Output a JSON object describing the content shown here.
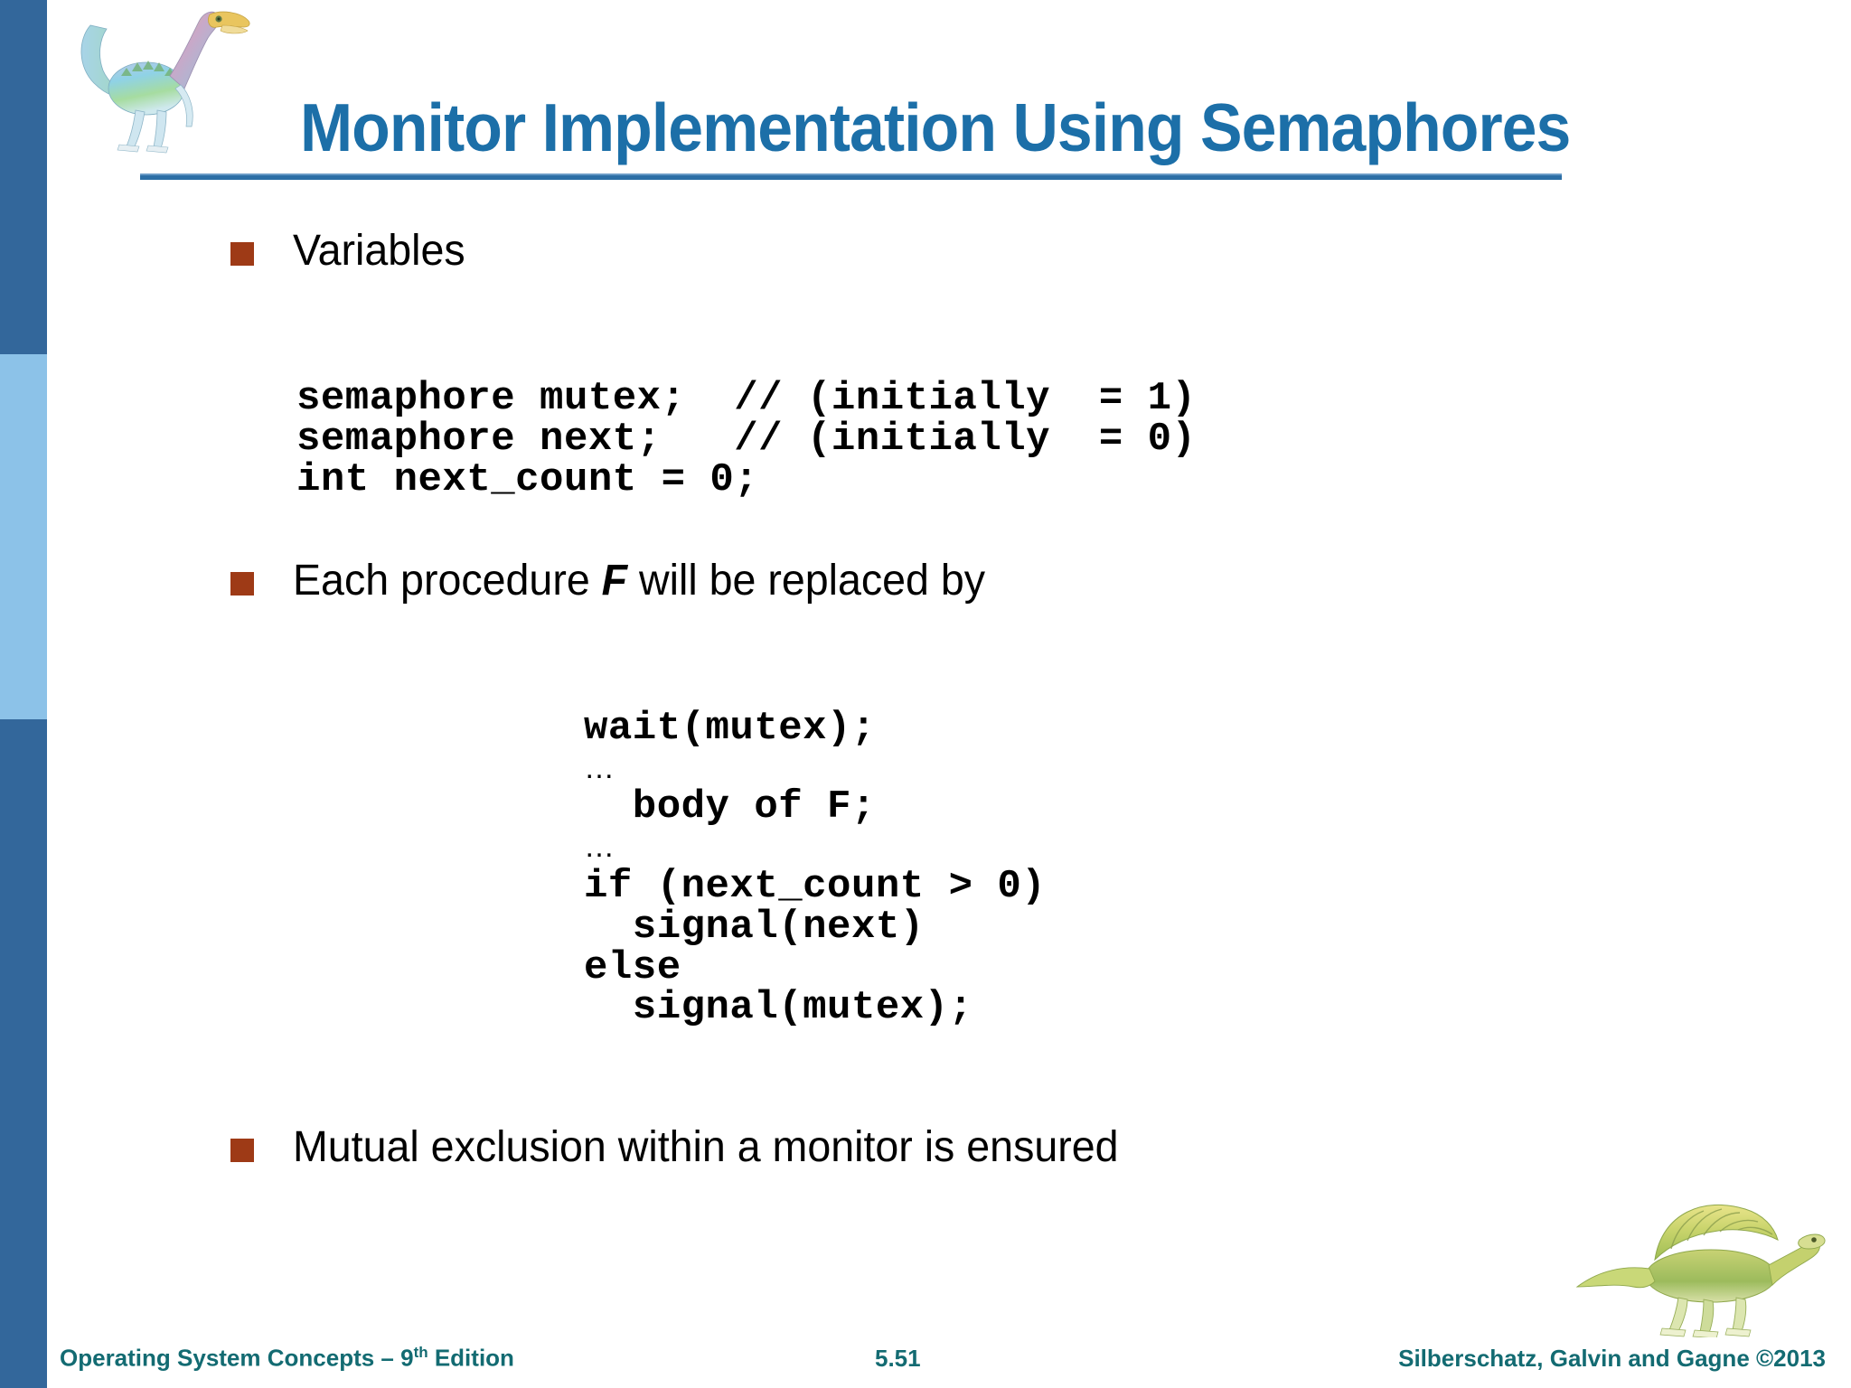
{
  "slide": {
    "title": "Monitor Implementation Using Semaphores",
    "accent_color": "#1C6FA8",
    "rule_color": "#2C6FA6",
    "bullet_color": "#9E3A16",
    "rail_dark_color": "#33679B",
    "rail_light_color": "#8CC2E8",
    "footer_color": "#136B72",
    "background_color": "#FFFFFF"
  },
  "decorations": {
    "top_dino": "dinosaur-illustration",
    "bottom_dino": "dinosaur-illustration"
  },
  "body": {
    "bullets": [
      {
        "id": "variables",
        "text": "Variables"
      },
      {
        "id": "procedure",
        "text_before": "Each procedure ",
        "emphasis": "F",
        "text_after": " will be replaced by"
      },
      {
        "id": "mutex",
        "text": "Mutual exclusion within a monitor is ensured"
      }
    ],
    "code_variables": [
      "semaphore mutex;  // (initially  = 1)",
      "semaphore next;   // (initially  = 0)",
      "int next_count = 0;"
    ],
    "code_procedure": [
      {
        "type": "code",
        "text": "wait(mutex);"
      },
      {
        "type": "ellipsis",
        "text": "…"
      },
      {
        "type": "code",
        "text": "  body of F;"
      },
      {
        "type": "ellipsis",
        "text": "…"
      },
      {
        "type": "code",
        "text": "if (next_count > 0)"
      },
      {
        "type": "code",
        "text": "  signal(next)"
      },
      {
        "type": "code",
        "text": "else"
      },
      {
        "type": "code",
        "text": "  signal(mutex);"
      }
    ]
  },
  "footer": {
    "left_main": "Operating System Concepts – 9",
    "left_sup": "th",
    "left_tail": " Edition",
    "slide_number": "5.51",
    "right": "Silberschatz, Galvin and Gagne ©2013"
  }
}
